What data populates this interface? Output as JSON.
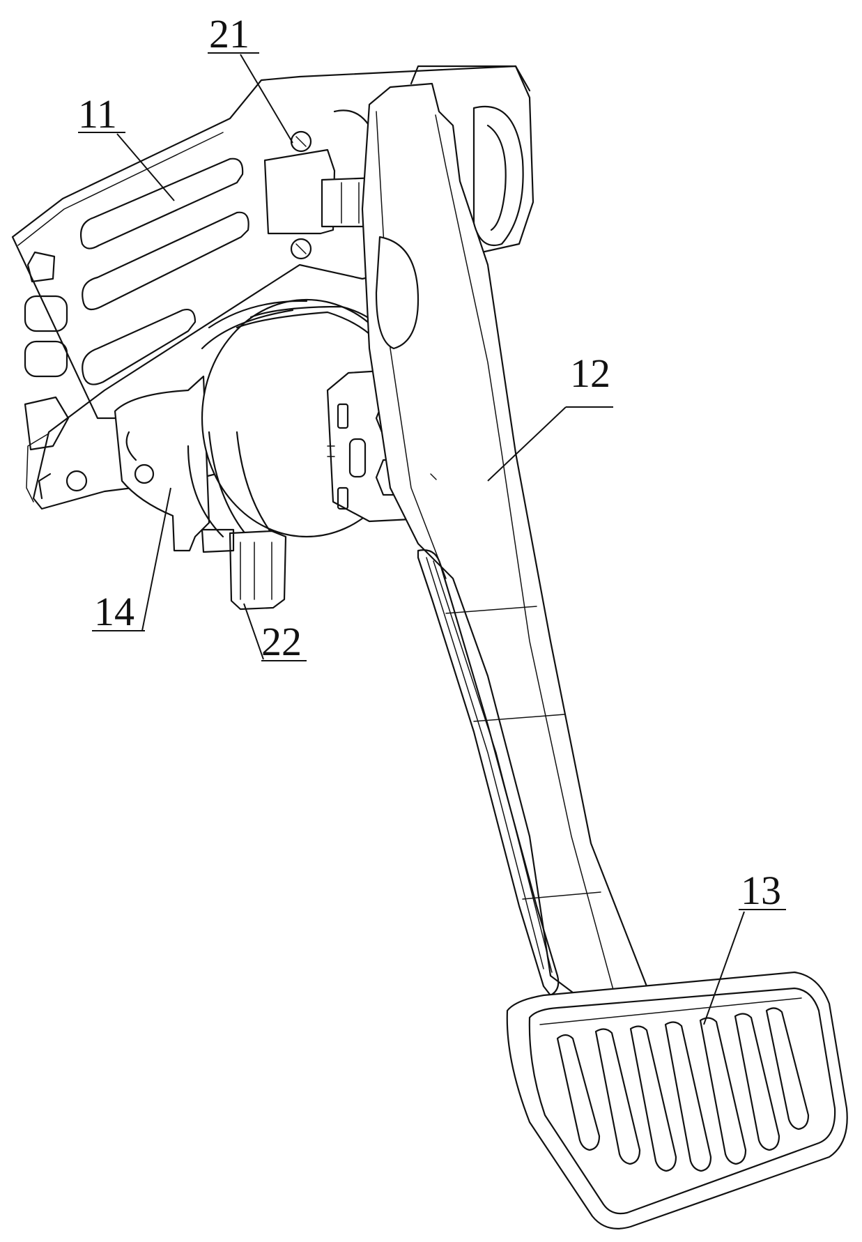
{
  "labels": {
    "l11": "11",
    "l21": "21",
    "l12": "12",
    "l14": "14",
    "l22": "22",
    "l13": "13"
  }
}
